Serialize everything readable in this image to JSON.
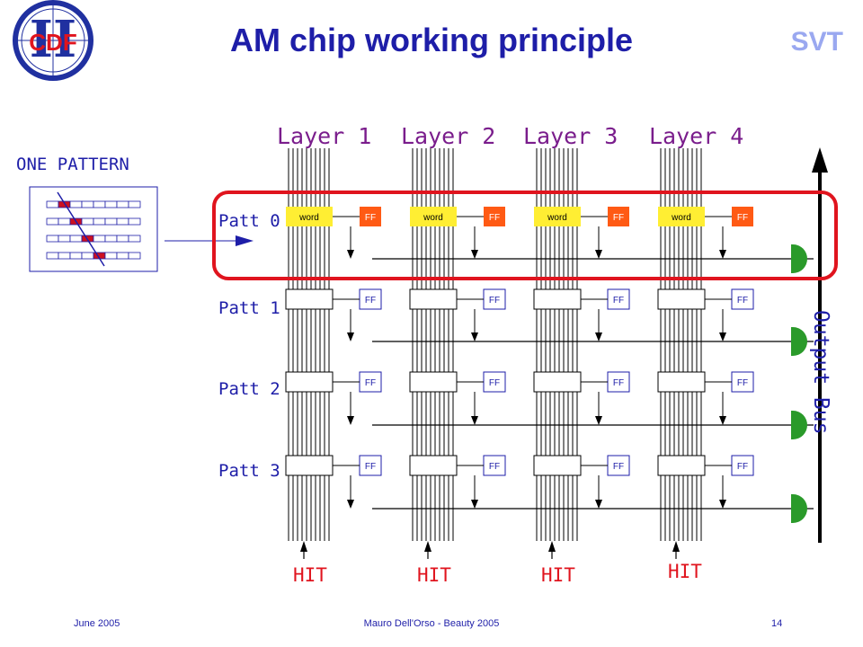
{
  "title": "AM chip working principle",
  "corner_logo": {
    "text": "CDF",
    "roman": "II"
  },
  "corner_tag": "SVT",
  "one_pattern": "ONE PATTERN",
  "layers": [
    "Layer 1",
    "Layer 2",
    "Layer 3",
    "Layer 4"
  ],
  "patterns": [
    "Patt 0",
    "Patt 1",
    "Patt 2",
    "Patt 3"
  ],
  "word_label": "word",
  "ff_label": "FF",
  "hit_label": "HIT",
  "output_bus": "Output Bus",
  "footer": {
    "date": "June 2005",
    "author": "Mauro Dell'Orso - Beauty 2005",
    "page": "14"
  },
  "colors": {
    "title": "#1e1ea8",
    "layer": "#7a1d8c",
    "hit": "#e0141e",
    "word": "#ffee33",
    "ff_active": "#ff5a14",
    "gate": "#2a9a2a",
    "highlight": "#e0141e"
  }
}
